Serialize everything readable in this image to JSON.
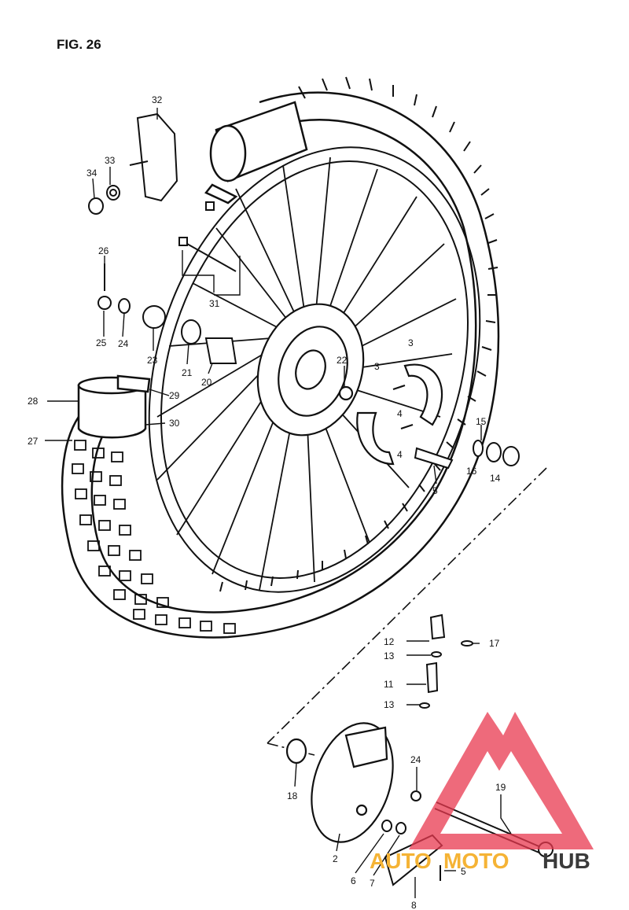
{
  "figure": {
    "title": "FIG. 26"
  },
  "part_labels": [
    {
      "id": "p32",
      "text": "32"
    },
    {
      "id": "p33",
      "text": "33"
    },
    {
      "id": "p34",
      "text": "34"
    },
    {
      "id": "p26",
      "text": "26"
    },
    {
      "id": "p31",
      "text": "31"
    },
    {
      "id": "p25",
      "text": "25"
    },
    {
      "id": "p24a",
      "text": "24"
    },
    {
      "id": "p23",
      "text": "23"
    },
    {
      "id": "p21",
      "text": "21"
    },
    {
      "id": "p20",
      "text": "20"
    },
    {
      "id": "p22",
      "text": "22"
    },
    {
      "id": "p3a",
      "text": "3"
    },
    {
      "id": "p3b",
      "text": "3"
    },
    {
      "id": "p4a",
      "text": "4"
    },
    {
      "id": "p4b",
      "text": "4"
    },
    {
      "id": "p5a",
      "text": "5"
    },
    {
      "id": "p15",
      "text": "15"
    },
    {
      "id": "p16",
      "text": "16"
    },
    {
      "id": "p14",
      "text": "14"
    },
    {
      "id": "p28",
      "text": "28"
    },
    {
      "id": "p29",
      "text": "29"
    },
    {
      "id": "p30",
      "text": "30"
    },
    {
      "id": "p27",
      "text": "27"
    },
    {
      "id": "p12",
      "text": "12"
    },
    {
      "id": "p13a",
      "text": "13"
    },
    {
      "id": "p17",
      "text": "17"
    },
    {
      "id": "p11",
      "text": "11"
    },
    {
      "id": "p13b",
      "text": "13"
    },
    {
      "id": "p24b",
      "text": "24"
    },
    {
      "id": "p18",
      "text": "18"
    },
    {
      "id": "p19",
      "text": "19"
    },
    {
      "id": "p2",
      "text": "2"
    },
    {
      "id": "p6",
      "text": "6"
    },
    {
      "id": "p7",
      "text": "7"
    },
    {
      "id": "p5b",
      "text": "5"
    },
    {
      "id": "p8",
      "text": "8"
    }
  ],
  "watermark": {
    "auto": "AUTO",
    "moto": "MOTO",
    "hub": "HUB",
    "colors": {
      "triangle": "#e8384f",
      "auto": "#f5b335",
      "moto": "#f5b335",
      "hub": "#3a3a3a"
    }
  }
}
